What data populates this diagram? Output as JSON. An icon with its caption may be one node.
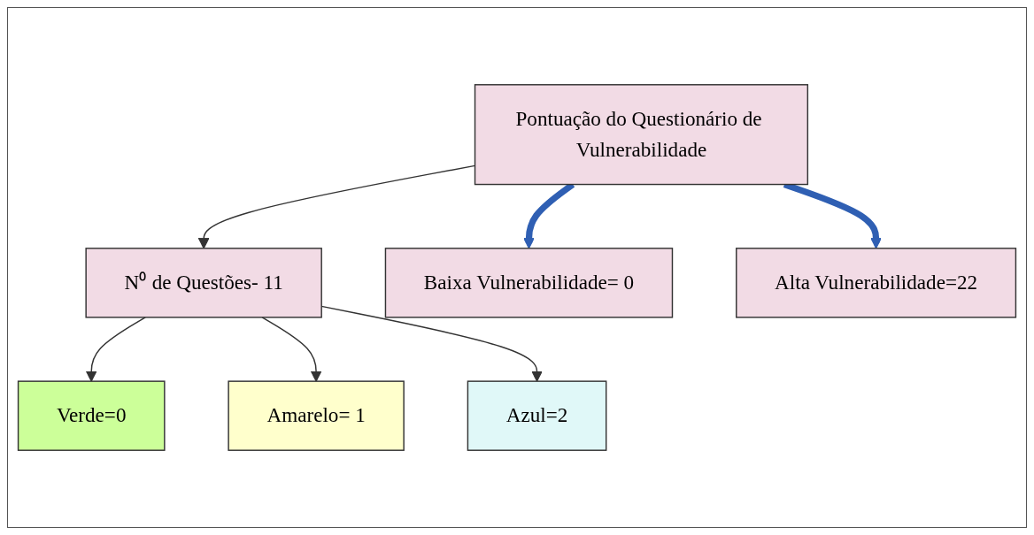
{
  "diagram": {
    "nodes": [
      {
        "text": [
          "Pontuação do Questionário de Vulnerabilidade"
        ]
      },
      {
        "text": [
          "N⁰ de Questões- 11"
        ]
      },
      {
        "text": [
          "Amarelo= 1"
        ]
      },
      {
        "text": [
          "Verde=0"
        ]
      },
      {
        "text": [
          "Azul=2"
        ]
      },
      {
        "text": [
          "Baixa Vulnerabilidade= 0"
        ]
      },
      {
        "text": [
          "Alta Vulnerabilidade=22"
        ]
      }
    ],
    "edges": [
      {
        "from": 0,
        "to": 1,
        "arrow": "to"
      },
      {
        "from": 1,
        "to": 3,
        "arrow": "to"
      },
      {
        "from": 1,
        "to": 2,
        "arrow": "to"
      },
      {
        "from": 1,
        "to": 4,
        "arrow": "to"
      },
      {
        "from": 0,
        "to": 5,
        "arrow": "to",
        "style": "thick",
        "color": "#2f5fb3"
      },
      {
        "from": 0,
        "to": 6,
        "arrow": "to",
        "style": "thick",
        "color": "#2f5fb3"
      }
    ]
  }
}
